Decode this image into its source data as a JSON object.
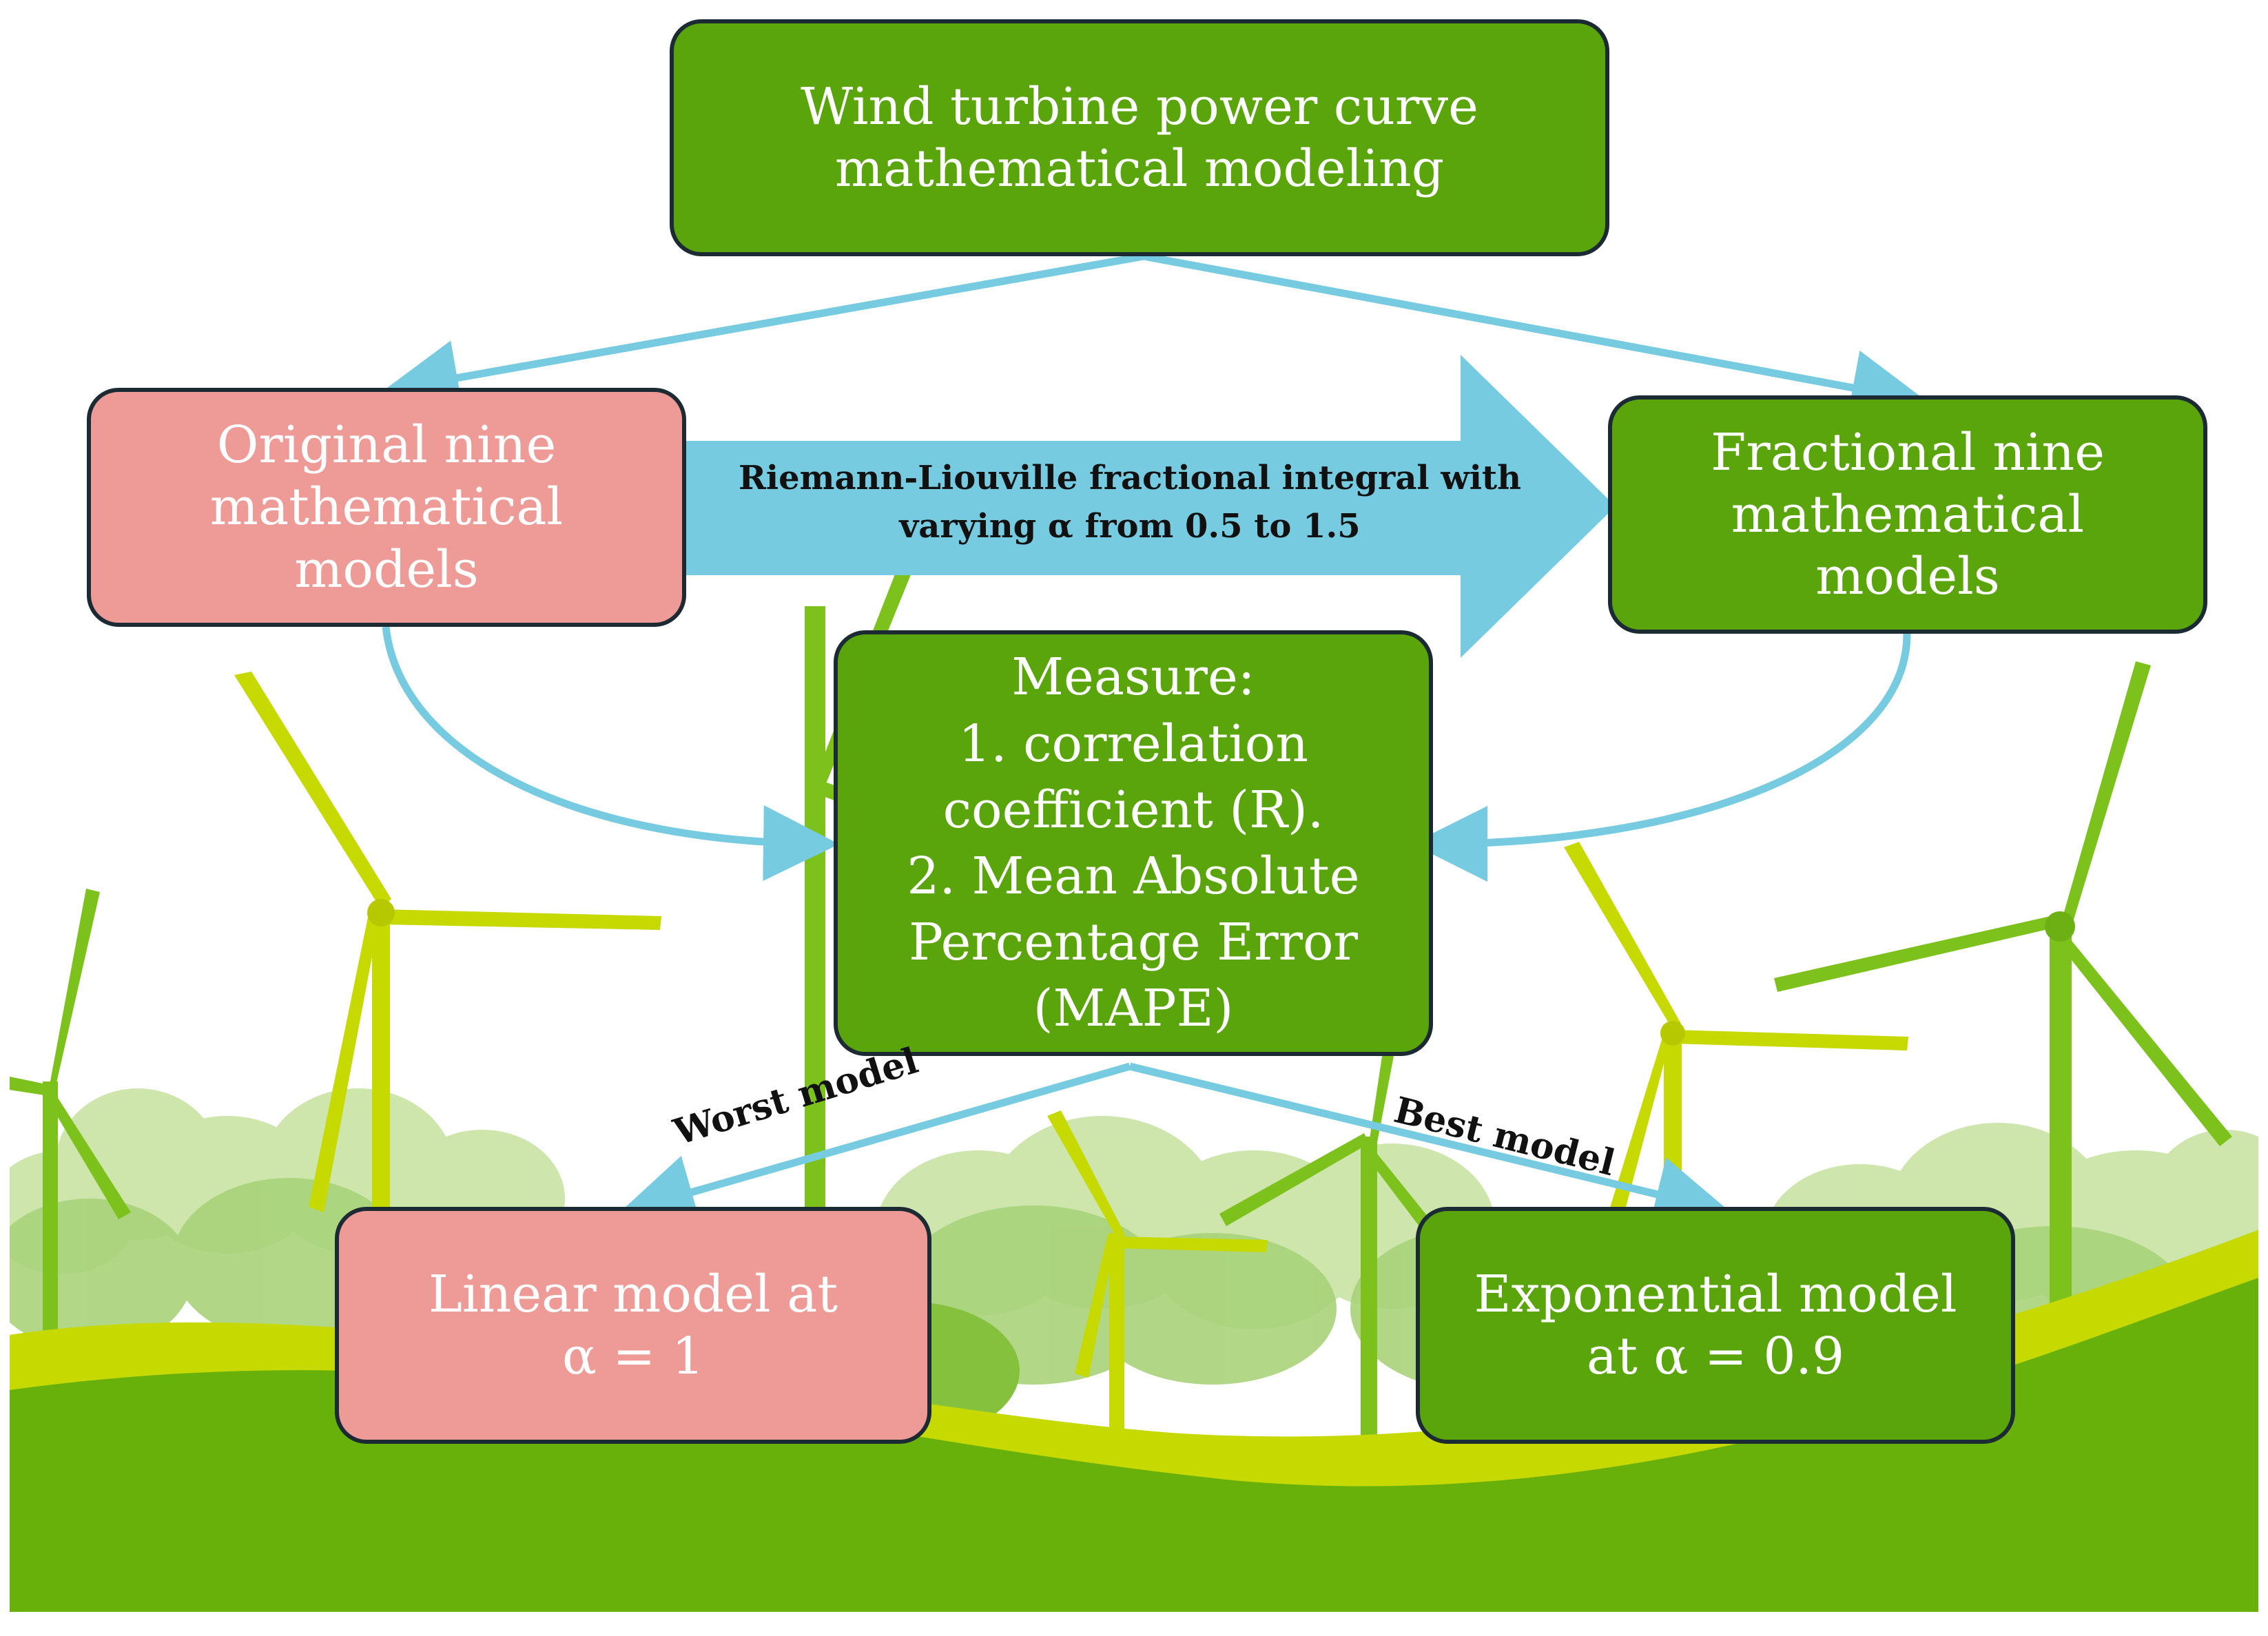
{
  "colors": {
    "box_green": "#5aa40c",
    "box_pink": "#ee9a96",
    "arrow_blue": "#76cbe0",
    "border_dark": "#1b2a33",
    "hill_green": "#68b00a",
    "turbine_lime": "#c6d900"
  },
  "nodes": {
    "top": {
      "lines": [
        "Wind turbine power curve",
        "mathematical modeling"
      ]
    },
    "original": {
      "lines": [
        "Original nine",
        "mathematical",
        "models"
      ]
    },
    "fractional": {
      "lines": [
        "Fractional nine",
        "mathematical",
        "models"
      ]
    },
    "measure": {
      "lines": [
        "Measure:",
        "1. correlation",
        "coefficient (R).",
        "2. Mean Absolute",
        "Percentage Error",
        "(MAPE)"
      ]
    },
    "worst_result": {
      "lines": [
        "Linear model at",
        "α = 1"
      ]
    },
    "best_result": {
      "lines": [
        "Exponential model",
        "at α = 0.9"
      ]
    }
  },
  "transform_arrow": {
    "lines": [
      "Riemann-Liouville fractional integral with",
      "varying α from 0.5 to 1.5"
    ]
  },
  "edge_labels": {
    "worst": "Worst model",
    "best": "Best model"
  },
  "background": {
    "description_icon": "wind-turbine-landscape"
  }
}
